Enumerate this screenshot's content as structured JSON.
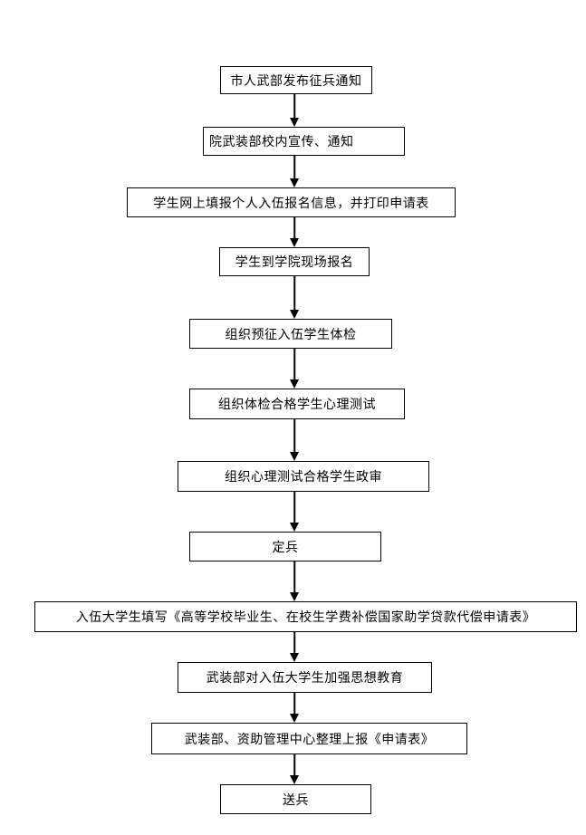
{
  "flow": {
    "type": "flowchart",
    "direction": "top-to-bottom",
    "colors": {
      "background": "#ffffff",
      "box_border": "#000000",
      "text": "#000000",
      "arrow": "#000000"
    },
    "nodes": [
      {
        "id": "n1",
        "label": "市人武部发布征兵通知"
      },
      {
        "id": "n2",
        "label": "院武装部校内宣传、通知"
      },
      {
        "id": "n3",
        "label": "学生网上填报个人入伍报名信息，并打印申请表"
      },
      {
        "id": "n4",
        "label": "学生到学院现场报名"
      },
      {
        "id": "n5",
        "label": "组织预征入伍学生体检"
      },
      {
        "id": "n6",
        "label": "组织体检合格学生心理测试"
      },
      {
        "id": "n7",
        "label": "组织心理测试合格学生政审"
      },
      {
        "id": "n8",
        "label": "定兵"
      },
      {
        "id": "n9",
        "label": "入伍大学生填写《高等学校毕业生、在校生学费补偿国家助学贷款代偿申请表》"
      },
      {
        "id": "n10",
        "label": "武装部对入伍大学生加强思想教育"
      },
      {
        "id": "n11",
        "label": "武装部、资助管理中心整理上报《申请表》"
      },
      {
        "id": "n12",
        "label": "送兵"
      }
    ],
    "edges": [
      [
        "n1",
        "n2"
      ],
      [
        "n2",
        "n3"
      ],
      [
        "n3",
        "n4"
      ],
      [
        "n4",
        "n5"
      ],
      [
        "n5",
        "n6"
      ],
      [
        "n6",
        "n7"
      ],
      [
        "n7",
        "n8"
      ],
      [
        "n8",
        "n9"
      ],
      [
        "n9",
        "n10"
      ],
      [
        "n10",
        "n11"
      ],
      [
        "n11",
        "n12"
      ]
    ]
  }
}
